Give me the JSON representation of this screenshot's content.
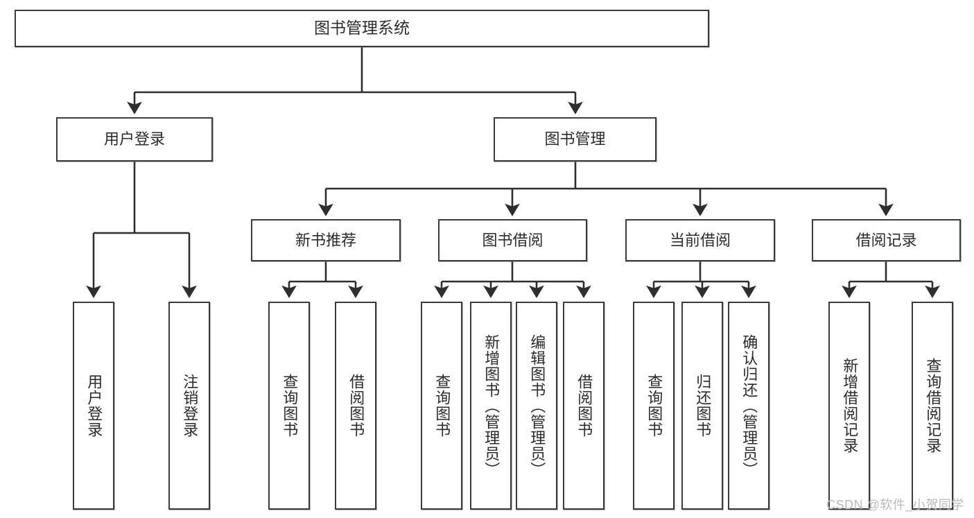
{
  "diagram": {
    "title": "图书管理系统",
    "watermark": "CSDN @软件_小贺同学",
    "colors": {
      "box_border": "#3b3b3b",
      "box_fill": "#ffffff",
      "connector": "#2e2e2e",
      "text": "#2b2b2b",
      "watermark": "#b9b9b9",
      "background": "#ffffff"
    },
    "root": {
      "label": "图书管理系统"
    },
    "level1": [
      {
        "label": "用户登录"
      },
      {
        "label": "图书管理"
      }
    ],
    "level2": [
      {
        "label": "新书推荐"
      },
      {
        "label": "图书借阅"
      },
      {
        "label": "当前借阅"
      },
      {
        "label": "借阅记录"
      }
    ],
    "leaves": {
      "user_login": [
        {
          "label": "用户登录"
        },
        {
          "label": "注销登录"
        }
      ],
      "new_book_recommend": [
        {
          "label": "查询图书"
        },
        {
          "label": "借阅图书"
        }
      ],
      "book_borrow": [
        {
          "label": "查询图书"
        },
        {
          "label": "新增图书（管理员）"
        },
        {
          "label": "编辑图书（管理员）"
        },
        {
          "label": "借阅图书"
        }
      ],
      "current_borrow": [
        {
          "label": "查询图书"
        },
        {
          "label": "归还图书"
        },
        {
          "label": "确认归还（管理员）"
        }
      ],
      "borrow_record": [
        {
          "label": "新增借阅记录"
        },
        {
          "label": "查询借阅记录"
        }
      ]
    }
  }
}
